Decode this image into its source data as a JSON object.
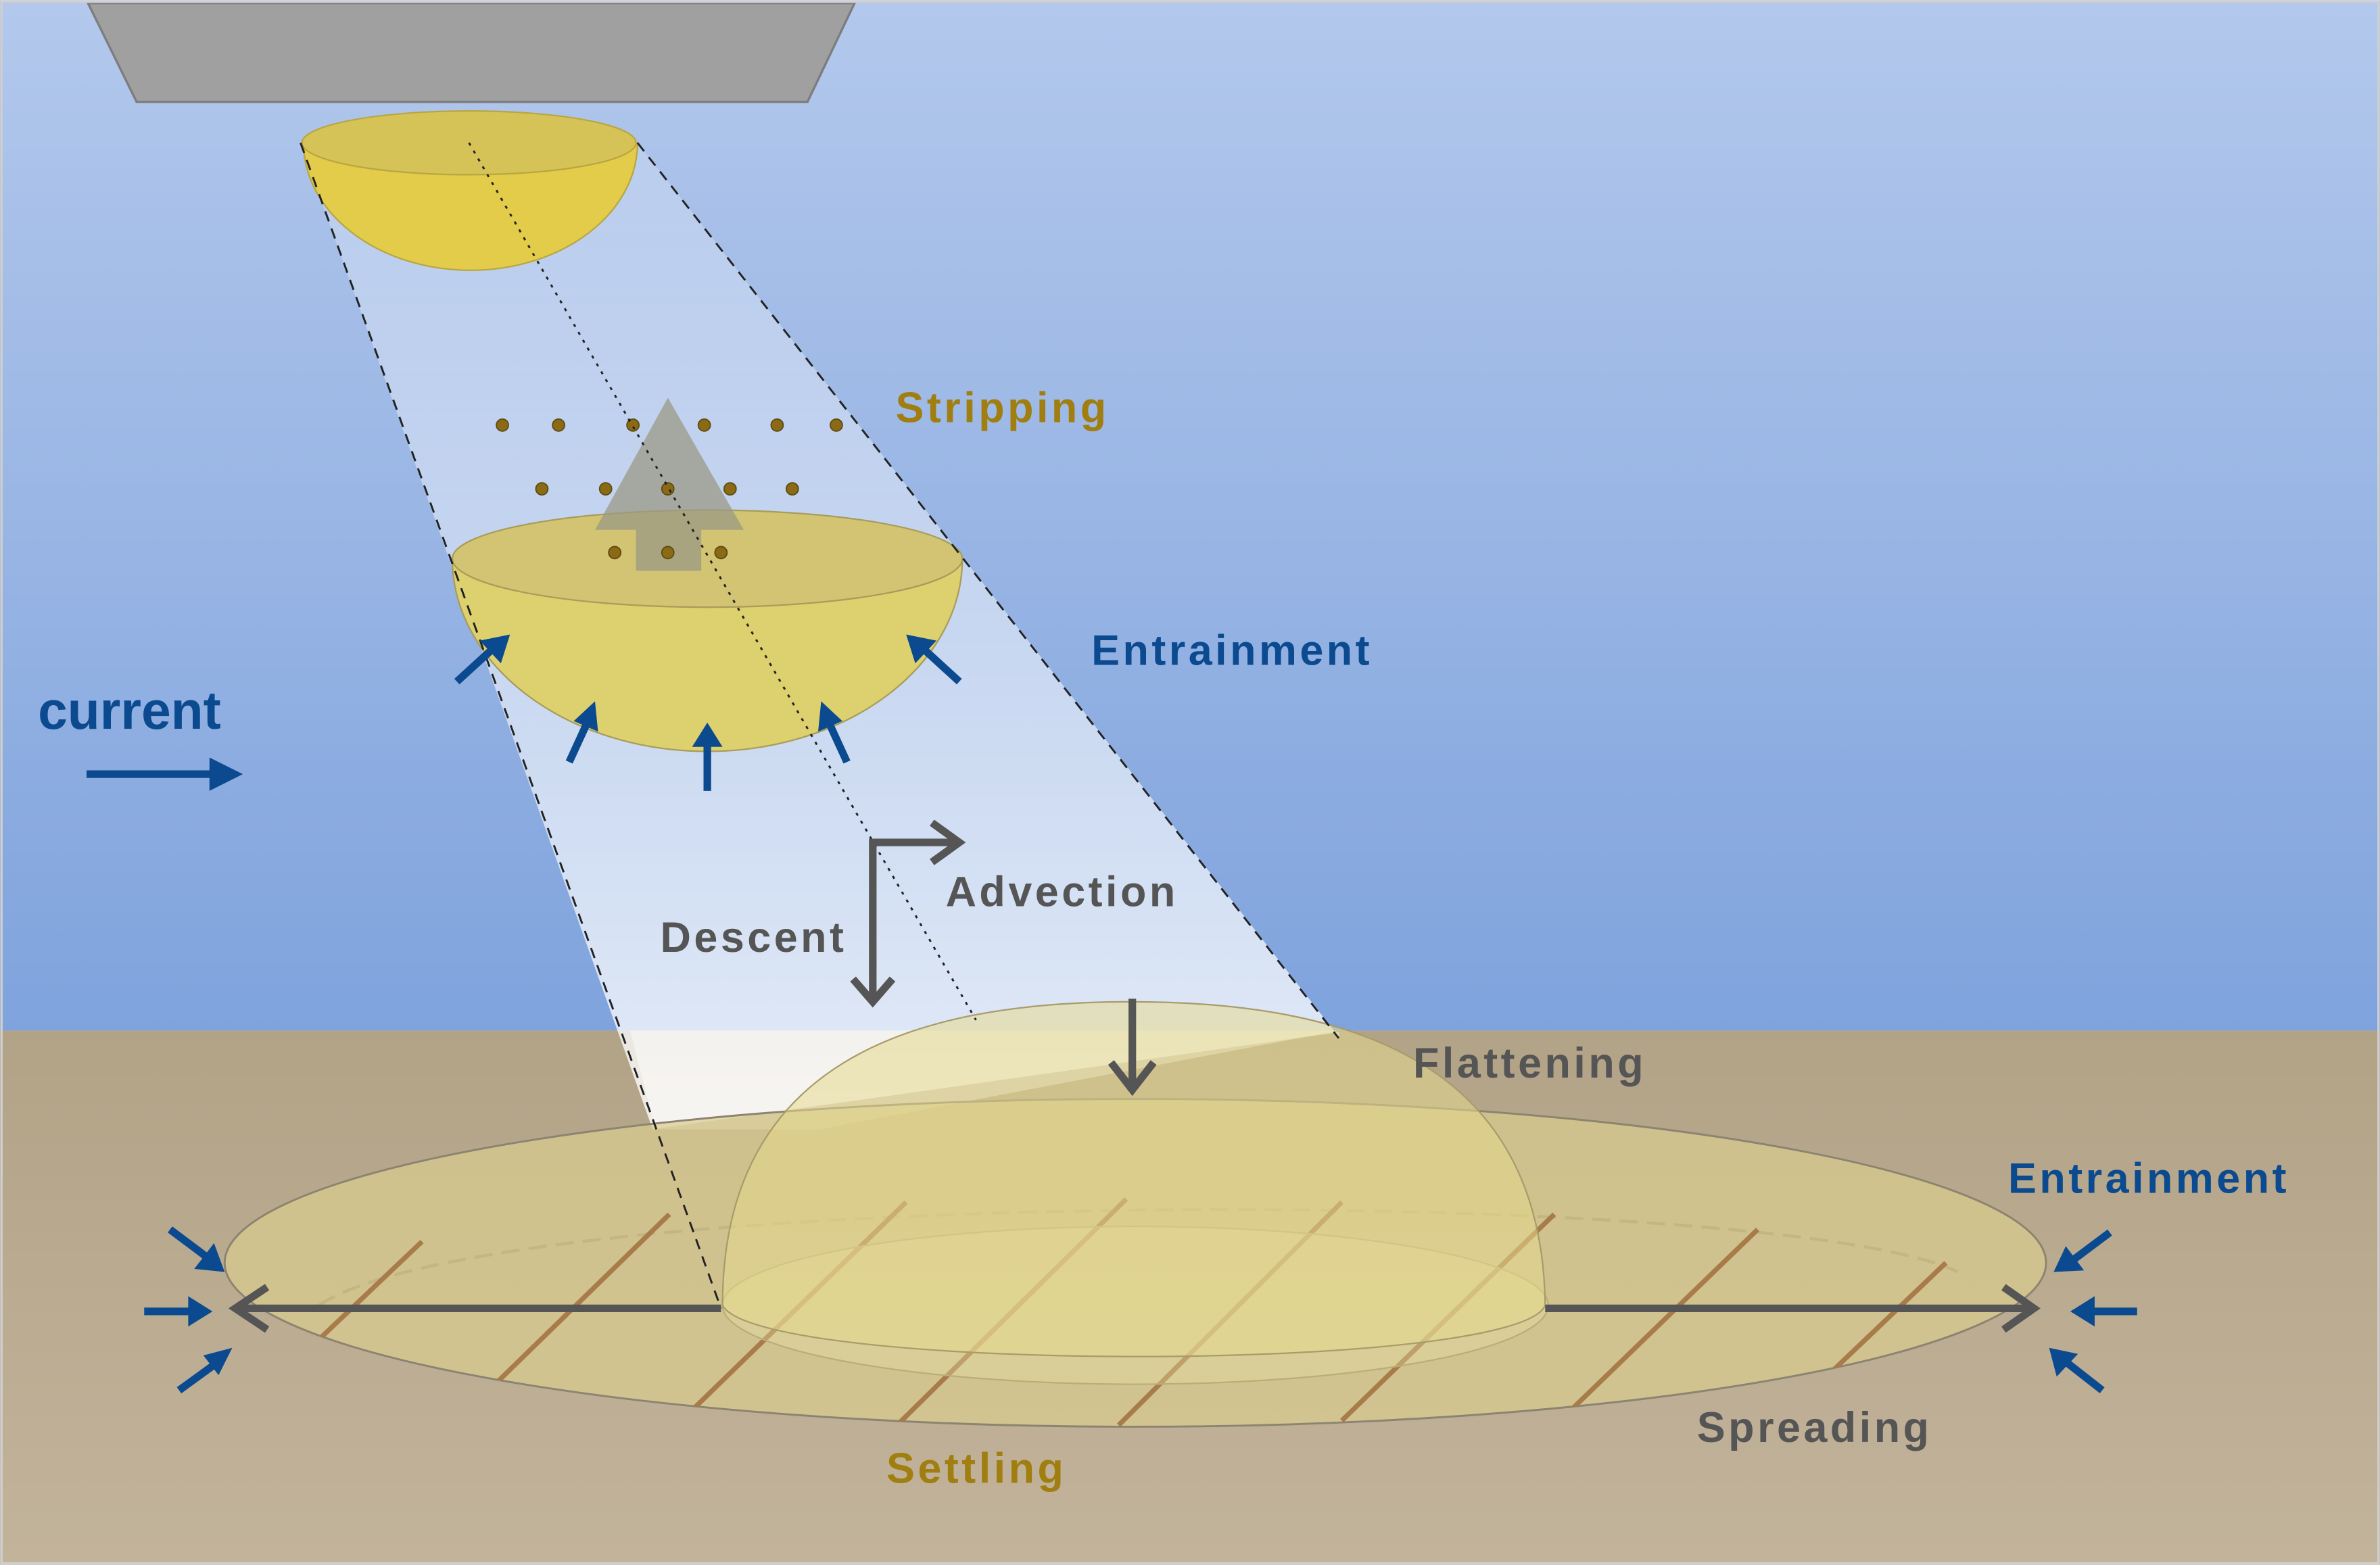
{
  "labels": {
    "current": "current",
    "stripping": "Stripping",
    "entrainment_upper": "Entrainment",
    "advection": "Advection",
    "descent": "Descent",
    "flattening": "Flattening",
    "entrainment_lower": "Entrainment",
    "spreading": "Spreading",
    "settling": "Settling"
  },
  "colors": {
    "water_top": "#b3c8ec",
    "water_bottom": "#7fa3dd",
    "seabed": "#b5a68c",
    "hopper": "#a0a0a0",
    "plume": "#dccd6a",
    "entrainment_arrow": "#0b4a8f",
    "process_arrow": "#555555",
    "sediment_stripe": "#a87b4a",
    "label_gold": "#a07e10",
    "label_blue": "#0b4a8f",
    "label_gray": "#555555"
  }
}
